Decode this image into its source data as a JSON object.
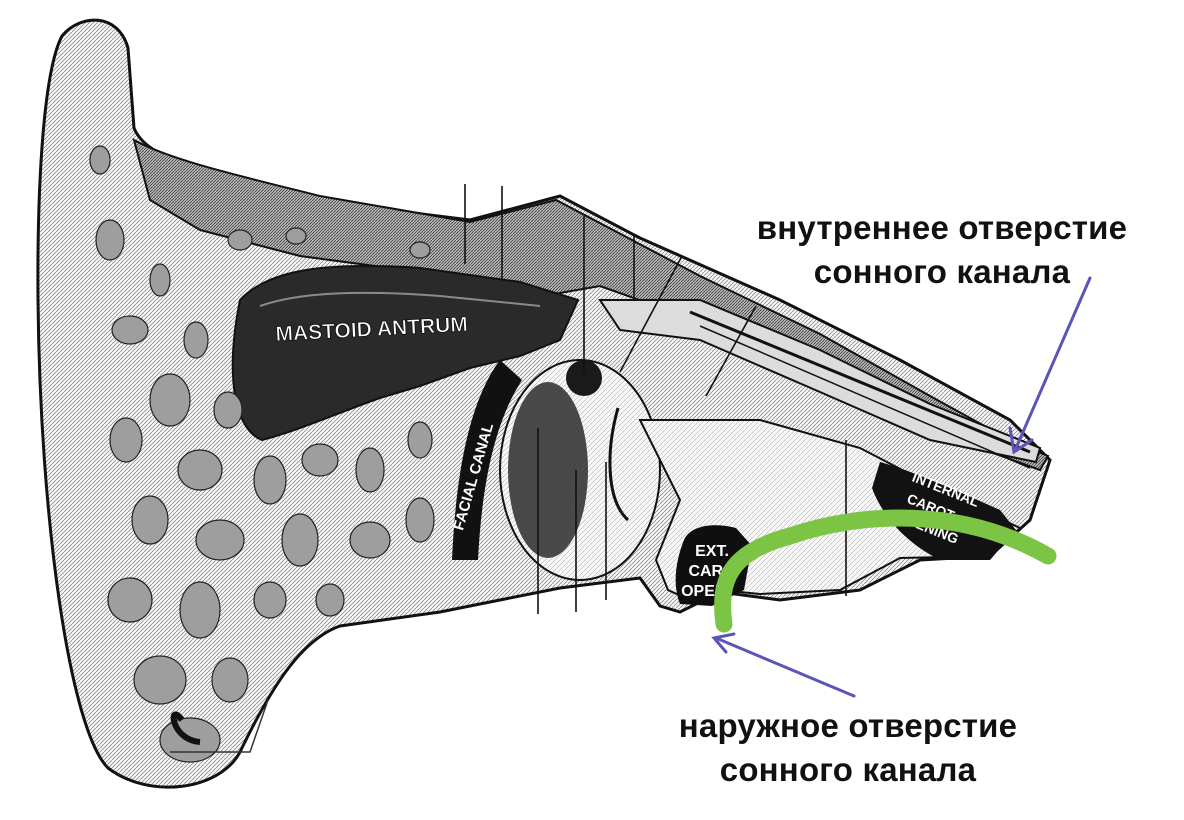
{
  "annotations": {
    "internal_opening": {
      "line1": "внутреннее отверстие",
      "line2": "сонного канала"
    },
    "external_opening": {
      "line1": "наружное отверстие",
      "line2": "сонного канала"
    }
  },
  "figure_labels": {
    "mastoid_antrum": "MASTOID ANTRUM",
    "facial_canal": "FACIAL CANAL",
    "ext_carotid_opening": [
      "EXT.",
      "CAR.",
      "OPEN."
    ],
    "int_carotid_opening": [
      "INTERNAL",
      "CAROT.",
      "OPENING"
    ]
  },
  "colors": {
    "arrow": "#5b55b8",
    "carotid_canal_path": "#7cc443",
    "bone_fill": "#eeeeee",
    "bone_dark": "#1a1a1a",
    "ink": "#111111"
  }
}
